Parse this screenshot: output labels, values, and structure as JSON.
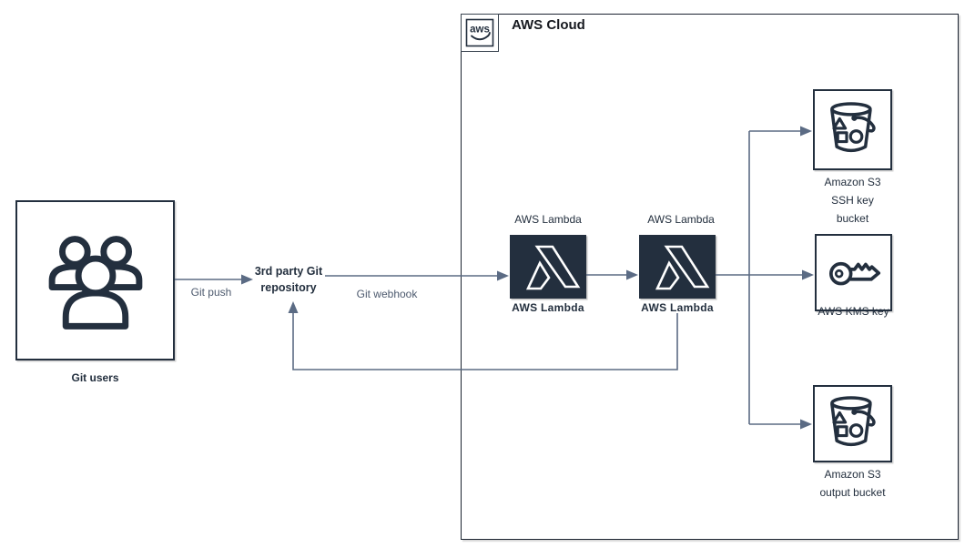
{
  "cloud": {
    "title": "AWS Cloud",
    "logo_text": "aws"
  },
  "nodes": {
    "git_users": {
      "label": "Git users",
      "icon": "users-icon"
    },
    "git_repo": {
      "line1": "3rd party Git",
      "line2": "repository"
    },
    "lambda1": {
      "label_top": "AWS Lambda",
      "caption": "AWS Lambda",
      "icon": "lambda-icon"
    },
    "lambda2": {
      "label_top": "AWS Lambda",
      "caption": "AWS Lambda",
      "icon": "lambda-icon"
    },
    "s3_ssh_bucket": {
      "line1": "Amazon S3",
      "line2": "SSH key",
      "line3": "bucket",
      "icon": "s3-bucket-icon"
    },
    "kms_key": {
      "label": "AWS KMS key",
      "icon": "kms-key-icon"
    },
    "s3_output_bucket": {
      "line1": "Amazon S3",
      "line2": "output bucket",
      "icon": "s3-bucket-icon"
    }
  },
  "edges": {
    "git_push_label": "Git push",
    "git_webhook_label": "Git webhook"
  },
  "colors": {
    "node_ink": "#232f3e",
    "connector": "#5b6b84",
    "cloud_border": "#1b2330",
    "edge_label": "#4d5a6e",
    "lambda_fill": "#232f3e"
  }
}
